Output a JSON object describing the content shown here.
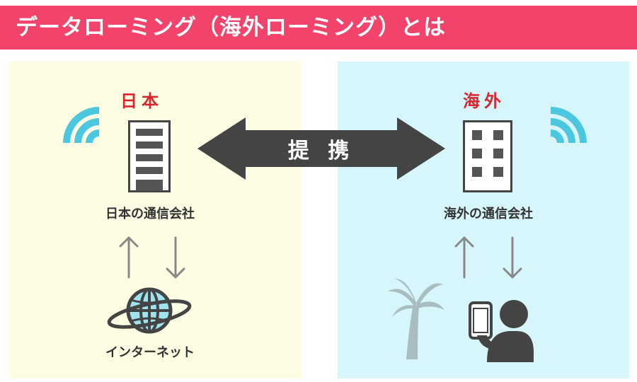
{
  "title": "データローミング（海外ローミング）とは",
  "bridge_label": "提 携",
  "left": {
    "region": "日本",
    "company": "日本の通信会社",
    "internet": "インターネット"
  },
  "right": {
    "region": "海外",
    "company": "海外の通信会社"
  },
  "colors": {
    "title_bar": "#f2436b",
    "left_panel": "#fdfde3",
    "right_panel": "#d6f6fb",
    "region_text": "#d8262e",
    "signal": "#4cc7e0",
    "bridge_arrow": "#444444"
  },
  "icons": [
    "wifi-signal-icon",
    "building-icon",
    "globe-icon",
    "palm-tree-icon",
    "person-with-phone-icon",
    "up-arrow-icon",
    "down-arrow-icon"
  ]
}
